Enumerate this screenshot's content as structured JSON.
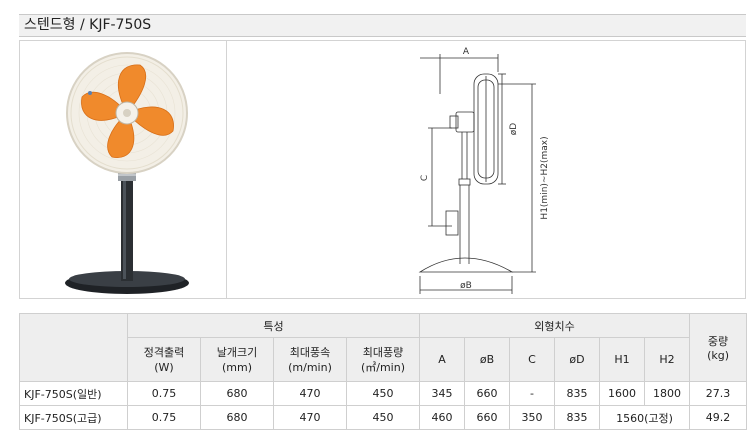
{
  "title": "스텐드형 / KJF-750S",
  "drawing_labels": {
    "a": "A",
    "c": "C",
    "od": "øD",
    "ob": "øB",
    "h": "H1(min)~H2(max)"
  },
  "table": {
    "group_spec": "특성",
    "group_dims": "외형치수",
    "weight_header": "중량\n(kg)",
    "spec_columns": [
      "정격출력\n(W)",
      "날개크기\n(mm)",
      "최대풍속\n(m/min)",
      "최대풍량\n(㎥/min)"
    ],
    "dim_columns": [
      "A",
      "øB",
      "C",
      "øD",
      "H1",
      "H2"
    ],
    "rows": [
      {
        "model": "KJF-750S(일반)",
        "output": "0.75",
        "blade": "680",
        "speed": "470",
        "volume": "450",
        "a": "345",
        "b": "660",
        "c": "-",
        "d": "835",
        "h1": "1600",
        "h2": "1800",
        "weight": "27.3"
      },
      {
        "model": "KJF-750S(고급)",
        "output": "0.75",
        "blade": "680",
        "speed": "470",
        "volume": "450",
        "a": "460",
        "b": "660",
        "c": "350",
        "d": "835",
        "h_merged": "1560(고정)",
        "weight": "49.2"
      }
    ]
  },
  "colors": {
    "blade": "#f08a2c",
    "guard": "#f3efe6",
    "stand": "#2b2f33",
    "header_bg": "#eeeeee"
  }
}
